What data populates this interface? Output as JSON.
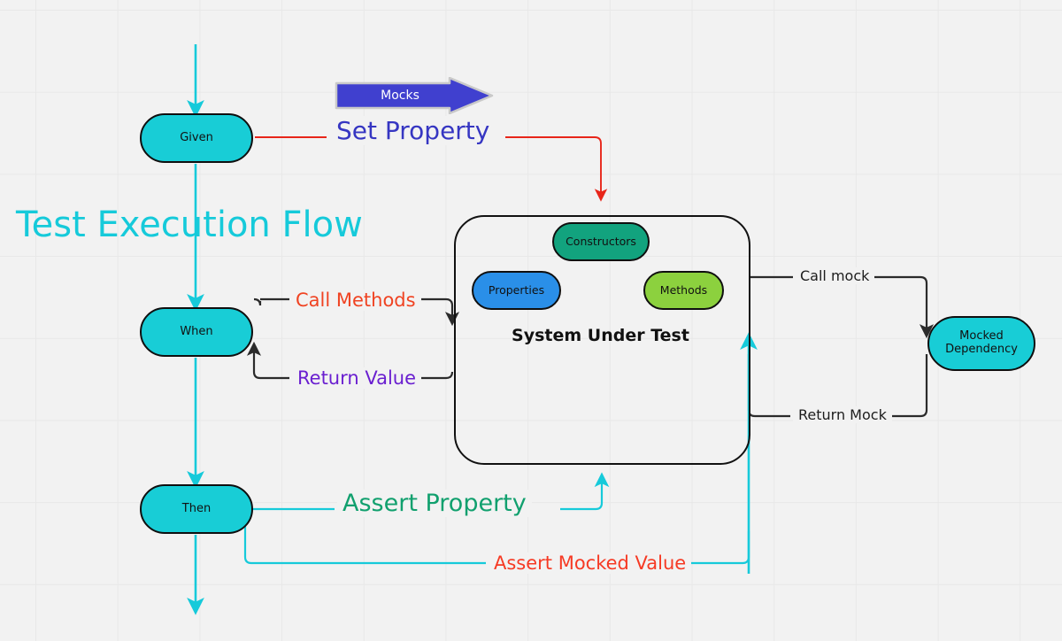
{
  "diagram": {
    "title": "Test Execution Flow",
    "title_color": "#16cada",
    "background": "#f2f2f2",
    "grid": true
  },
  "banner": {
    "label": "Mocks",
    "fill": "#4040cf",
    "text_color": "#ffffff",
    "shape": "block-arrow-right"
  },
  "nodes": {
    "given": {
      "label": "Given",
      "fill": "#18cdd6",
      "shape": "stadium"
    },
    "when": {
      "label": "When",
      "fill": "#18cdd6",
      "shape": "stadium"
    },
    "then": {
      "label": "Then",
      "fill": "#18cdd6",
      "shape": "stadium"
    },
    "sut": {
      "label": "System Under Test",
      "fill": "transparent",
      "shape": "rounded-rect"
    },
    "constructors": {
      "label": "Constructors",
      "fill": "#12a37e",
      "shape": "stadium"
    },
    "properties": {
      "label": "Properties",
      "fill": "#2a8fe8",
      "shape": "stadium"
    },
    "methods": {
      "label": "Methods",
      "fill": "#8cd13e",
      "shape": "stadium"
    },
    "mocked_dependency": {
      "label": "Mocked Dependency",
      "line1": "Mocked",
      "line2": "Dependency",
      "fill": "#18cdd6",
      "shape": "stadium"
    }
  },
  "edges": [
    {
      "id": "set-property",
      "label": "Set Property",
      "color": "#3636c2",
      "line_color": "#e8261a",
      "from": "given",
      "to": "sut"
    },
    {
      "id": "call-methods",
      "label": "Call Methods",
      "color": "#f04322",
      "line_color": "#1d1d1d",
      "from": "when",
      "to": "sut"
    },
    {
      "id": "return-value",
      "label": "Return Value",
      "color": "#6a1fd0",
      "line_color": "#1d1d1d",
      "from": "sut",
      "to": "when"
    },
    {
      "id": "call-mock",
      "label": "Call mock",
      "color": "#1d1d1d",
      "line_color": "#1d1d1d",
      "from": "sut",
      "to": "mocked_dependency"
    },
    {
      "id": "return-mock",
      "label": "Return Mock",
      "color": "#1d1d1d",
      "line_color": "#1d1d1d",
      "from": "mocked_dependency",
      "to": "sut"
    },
    {
      "id": "assert-property",
      "label": "Assert Property",
      "color": "#11a06e",
      "line_color": "#16cada",
      "from": "then",
      "to": "sut"
    },
    {
      "id": "assert-mocked-value",
      "label": "Assert Mocked Value",
      "color": "#f63a24",
      "line_color": "#16cada",
      "from": "then",
      "to": "sut"
    }
  ],
  "flow_arrows": {
    "color": "#16cada",
    "sequence": [
      "Given",
      "When",
      "Then"
    ]
  }
}
